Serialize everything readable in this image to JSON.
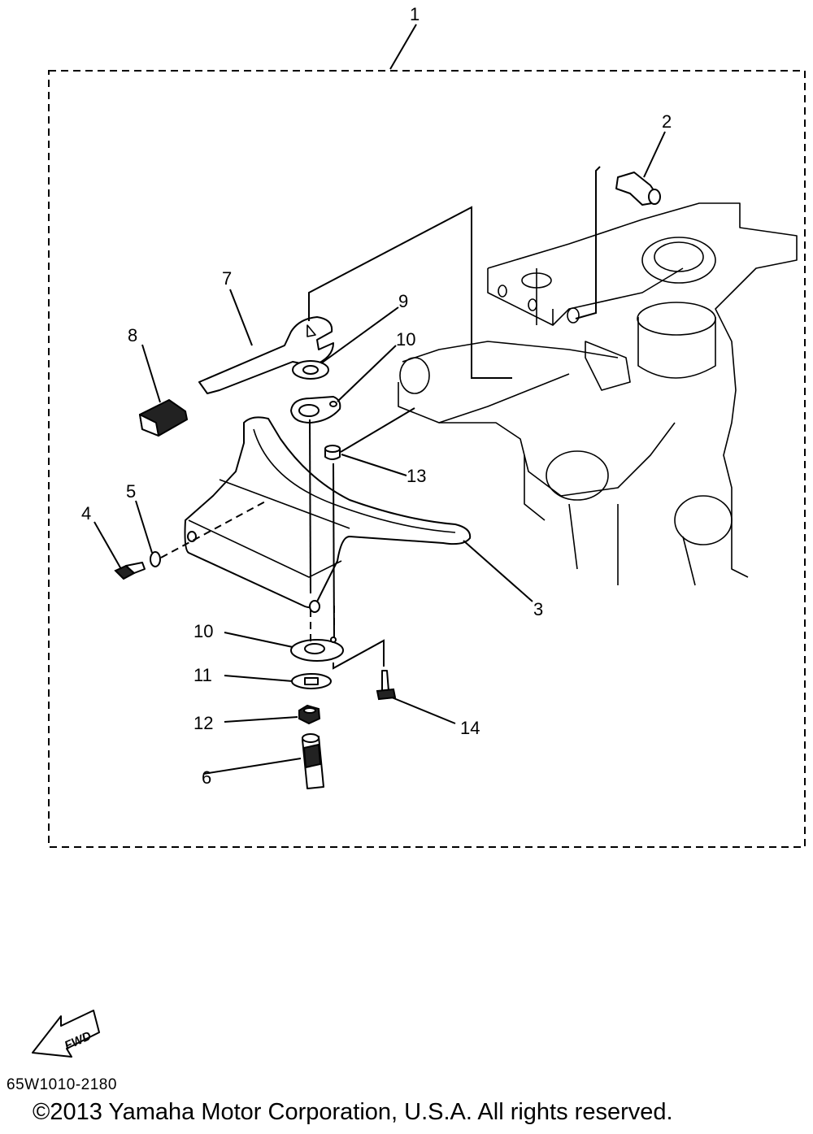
{
  "diagram": {
    "callouts": [
      "1",
      "2",
      "3",
      "4",
      "5",
      "6",
      "7",
      "8",
      "9",
      "10",
      "10",
      "11",
      "12",
      "13",
      "14"
    ],
    "fwd_label": "FWD",
    "diagram_code": "65W1010-2180",
    "copyright": "©2013 Yamaha Motor Corporation, U.S.A. All rights reserved."
  }
}
